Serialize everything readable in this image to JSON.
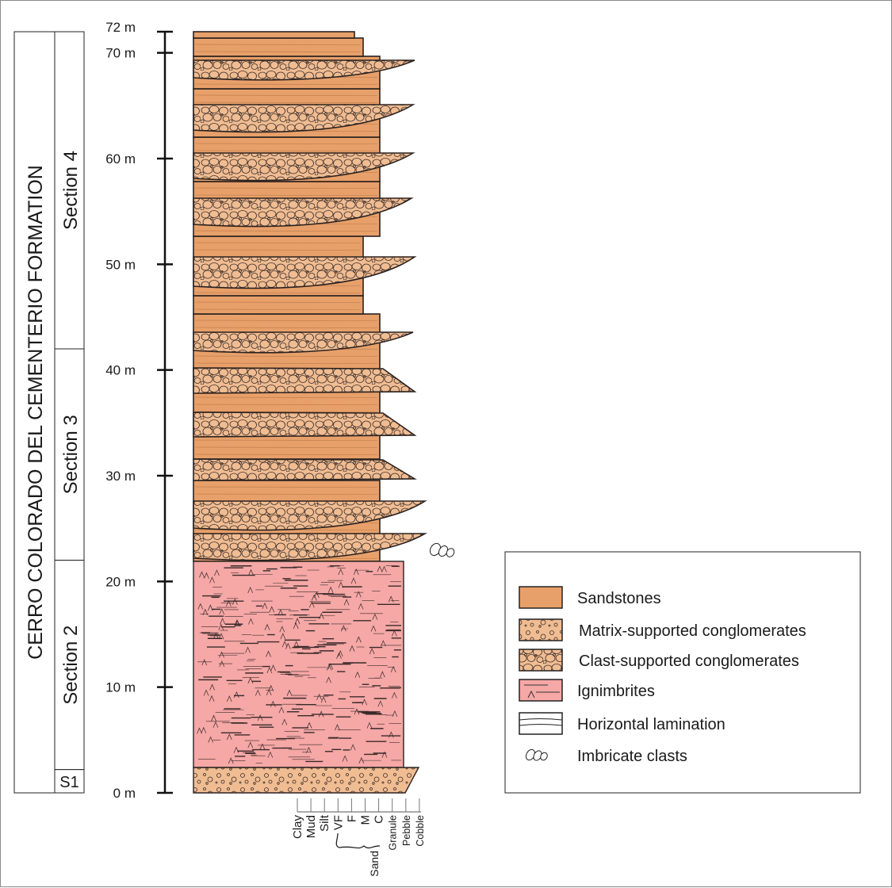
{
  "formation": "CERRO COLORADO DEL CEMENTERIO FORMATION",
  "sections": [
    {
      "label": "Section 4",
      "from_m": 42,
      "to_m": 72
    },
    {
      "label": "Section 3",
      "from_m": 22,
      "to_m": 42
    },
    {
      "label": "Section 2",
      "from_m": 2.2,
      "to_m": 22
    },
    {
      "label": "S1",
      "from_m": 0,
      "to_m": 2.2
    }
  ],
  "depth_labels": [
    {
      "label": "0 m",
      "m": 0
    },
    {
      "label": "10 m",
      "m": 10
    },
    {
      "label": "20 m",
      "m": 20
    },
    {
      "label": "30 m",
      "m": 30
    },
    {
      "label": "40 m",
      "m": 40
    },
    {
      "label": "50 m",
      "m": 50
    },
    {
      "label": "60 m",
      "m": 60
    },
    {
      "label": "70 m",
      "m": 70
    },
    {
      "label": "72 m",
      "m": 72
    }
  ],
  "grain_sizes": [
    "Clay",
    "Mud",
    "Silt",
    "VF",
    "F",
    "M",
    "C",
    "Granule",
    "Pebble",
    "Cobble"
  ],
  "sand_label": "Sand",
  "legend": [
    {
      "key": "sandstone",
      "label": "Sandstones"
    },
    {
      "key": "matrix",
      "label": "Matrix-supported conglomerates"
    },
    {
      "key": "clast",
      "label": "Clast-supported conglomerates"
    },
    {
      "key": "ignimbrite",
      "label": "Ignimbrites"
    },
    {
      "key": "lamination",
      "label": "Horizontal lamination"
    },
    {
      "key": "imbricate",
      "label": "Imbricate clasts"
    }
  ],
  "colors": {
    "sandstone": "#E8A06A",
    "conglomerate": "#F0BC92",
    "ignimbrite": "#F5A8A6",
    "outline": "#2a2220"
  }
}
